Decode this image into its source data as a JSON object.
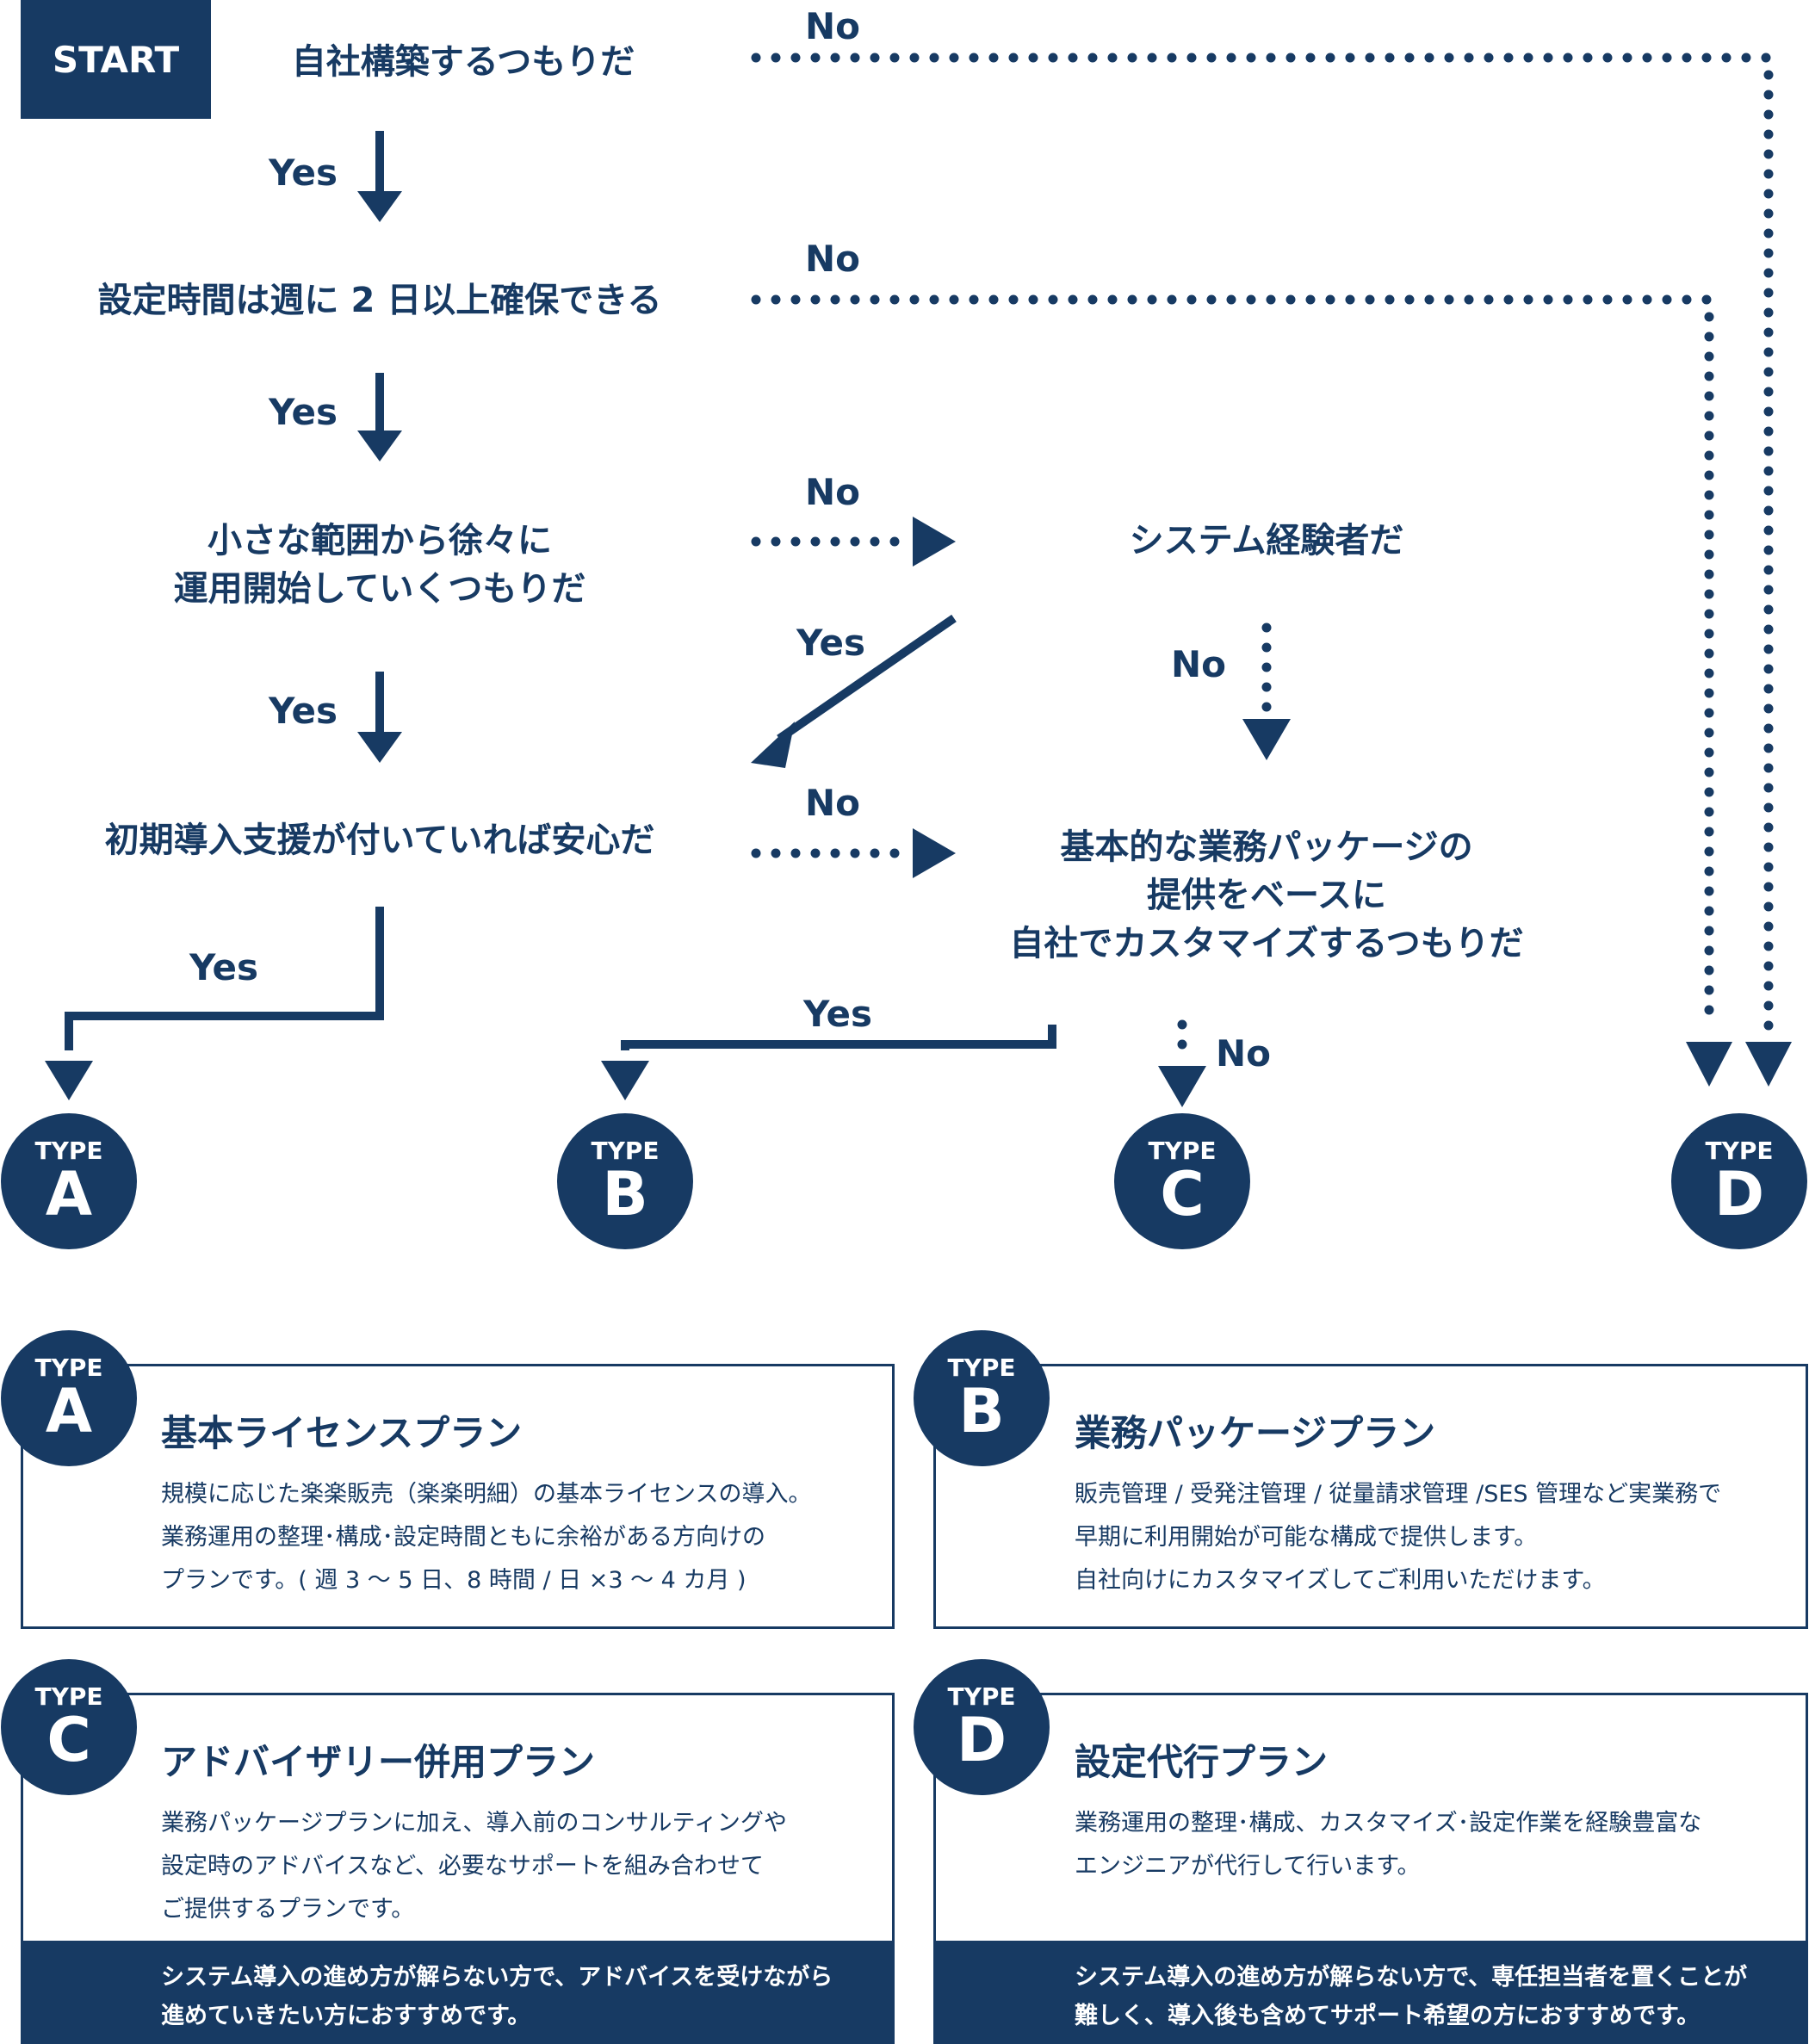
{
  "colors": {
    "navy": "#173a63",
    "white": "#ffffff"
  },
  "flowchart": {
    "start": "START",
    "q1": "自社構築するつもりだ",
    "q2": "設定時間は週に 2 日以上確保できる",
    "q3": [
      "小さな範囲から徐々に",
      "運用開始していくつもりだ"
    ],
    "q4": "初期導入支援が付いていれば安心だ",
    "q5": "システム経験者だ",
    "q6": [
      "基本的な業務パッケージの",
      "提供をベースに",
      "自社でカスタマイズするつもりだ"
    ],
    "yes": "Yes",
    "no": "No"
  },
  "outcomes": [
    {
      "type_word": "TYPE",
      "letter": "A"
    },
    {
      "type_word": "TYPE",
      "letter": "B"
    },
    {
      "type_word": "TYPE",
      "letter": "C"
    },
    {
      "type_word": "TYPE",
      "letter": "D"
    }
  ],
  "plans": [
    {
      "type_word": "TYPE",
      "letter": "A",
      "title": "基本ライセンスプラン",
      "desc": [
        "規模に応じた楽楽販売（楽楽明細）の基本ライセンスの導入。",
        "業務運用の整理･構成･設定時間ともに余裕がある方向けの",
        "プランです。( 週 3 ～ 5 日、8 時間 / 日 ×3 ～ 4 カ月 )"
      ]
    },
    {
      "type_word": "TYPE",
      "letter": "B",
      "title": "業務パッケージプラン",
      "desc": [
        "販売管理 / 受発注管理 / 従量請求管理 /SES 管理など実業務で",
        "早期に利用開始が可能な構成で提供します。",
        "自社向けにカスタマイズしてご利用いただけます。"
      ]
    },
    {
      "type_word": "TYPE",
      "letter": "C",
      "title": "アドバイザリー併用プラン",
      "desc": [
        "業務パッケージプランに加え、導入前のコンサルティングや",
        "設定時のアドバイスなど、必要なサポートを組み合わせて",
        "ご提供するプランです。"
      ],
      "footer": [
        "システム導入の進め方が解らない方で、アドバイスを受けながら",
        "進めていきたい方におすすめです。"
      ]
    },
    {
      "type_word": "TYPE",
      "letter": "D",
      "title": "設定代行プラン",
      "desc": [
        "業務運用の整理･構成、カスタマイズ･設定作業を経験豊富な",
        "エンジニアが代行して行います。"
      ],
      "footer": [
        "システム導入の進め方が解らない方で、専任担当者を置くことが",
        "難しく、導入後も含めてサポート希望の方におすすめです。"
      ]
    }
  ]
}
